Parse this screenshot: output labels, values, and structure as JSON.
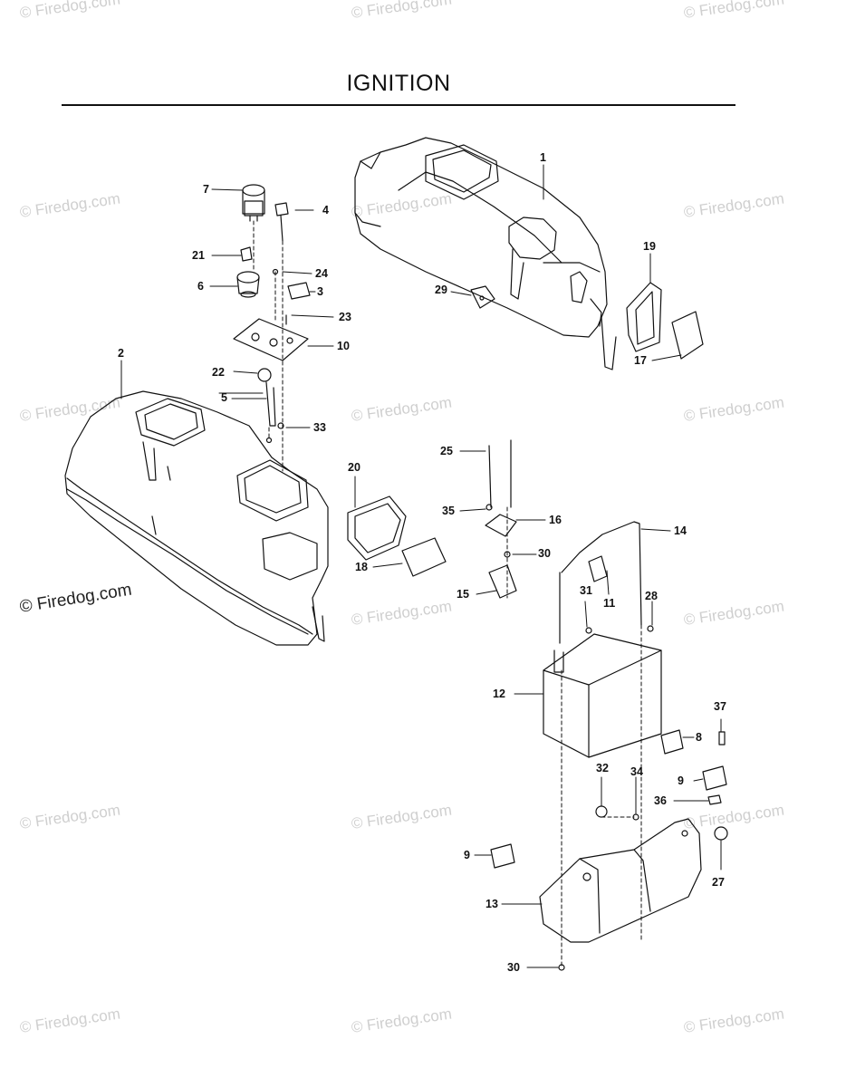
{
  "title": "IGNITION",
  "watermark": "© Firedog.com",
  "callouts": [
    "1",
    "2",
    "3",
    "4",
    "5",
    "6",
    "7",
    "8",
    "9",
    "9",
    "10",
    "11",
    "12",
    "13",
    "14",
    "15",
    "16",
    "17",
    "18",
    "19",
    "20",
    "21",
    "22",
    "23",
    "24",
    "25",
    "27",
    "28",
    "29",
    "30",
    "30",
    "31",
    "32",
    "33",
    "34",
    "35",
    "36",
    "37"
  ]
}
